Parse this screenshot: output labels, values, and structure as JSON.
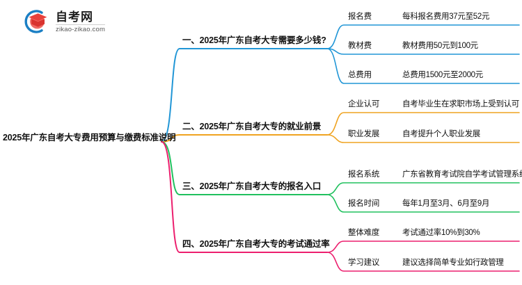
{
  "logo": {
    "name_cn": "自考网",
    "name_en": "zikao-zikao.com",
    "mark_icon": "graduation-cap-icon",
    "ring_color": "#1b7fc4",
    "cap_color": "#e8413c"
  },
  "mindmap": {
    "root": "2025年广东自考大专费用预算与缴费标准说明",
    "branches": [
      {
        "label": "一、2025年广东自考大专需要多少钱?",
        "color": "#2196d6",
        "children": [
          {
            "key": "报名费",
            "value": "每科报名费用37元至52元"
          },
          {
            "key": "教材费",
            "value": "教材费用50元到100元"
          },
          {
            "key": "总费用",
            "value": "总费用1500元至2000元"
          }
        ]
      },
      {
        "label": "二、2025年广东自考大专的就业前景",
        "color": "#efa320",
        "children": [
          {
            "key": "企业认可",
            "value": "自考毕业生在求职市场上受到认可"
          },
          {
            "key": "职业发展",
            "value": "自考提升个人职业发展"
          }
        ]
      },
      {
        "label": "三、2025年广东自考大专的报名入口",
        "color": "#20c05e",
        "children": [
          {
            "key": "报名系统",
            "value": "广东省教育考试院自学考试管理系统"
          },
          {
            "key": "报名时间",
            "value": "每年1月至3月、6月至9月"
          }
        ]
      },
      {
        "label": "四、2025年广东自考大专的考试通过率",
        "color": "#ec1f6e",
        "children": [
          {
            "key": "整体难度",
            "value": "考试通过率10%到30%"
          },
          {
            "key": "学习建议",
            "value": "建议选择简单专业如行政管理"
          }
        ]
      }
    ]
  }
}
